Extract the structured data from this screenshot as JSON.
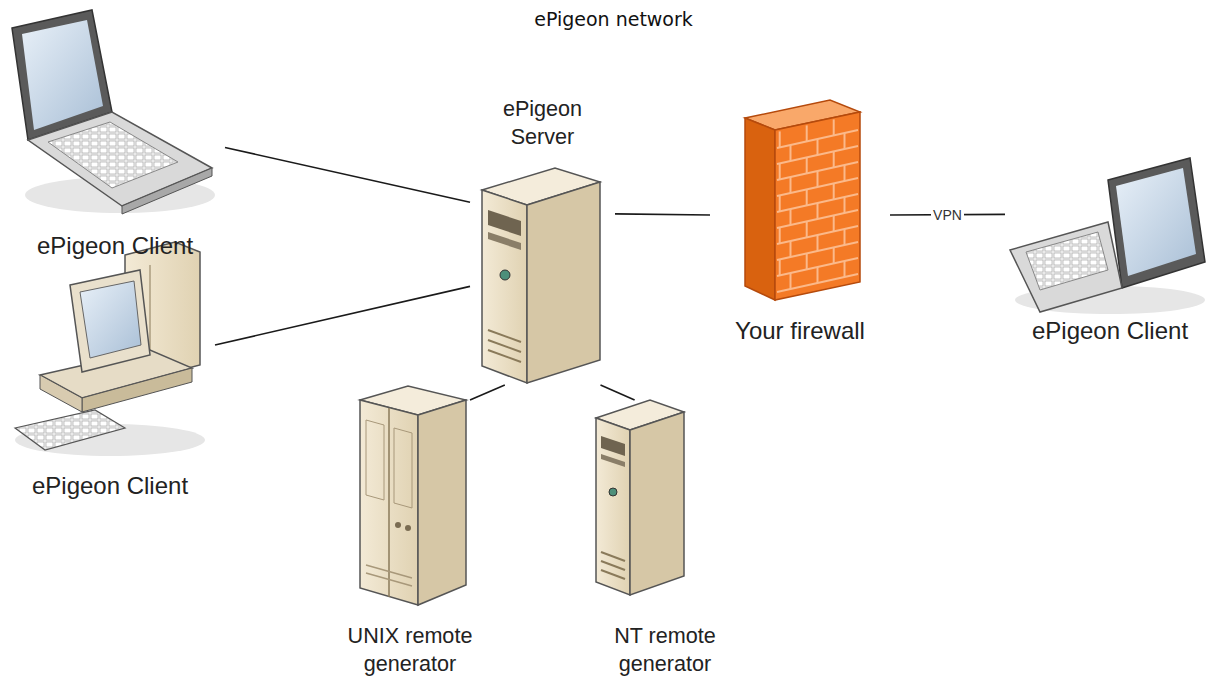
{
  "diagram": {
    "title": "ePigeon network",
    "nodes": [
      {
        "text": [
          "ePigeon Client"
        ]
      },
      {
        "text": [
          "ePigeon Server"
        ]
      },
      {
        "text": [
          "Your firewall"
        ]
      },
      {
        "text": [
          "ePigeon Client"
        ]
      },
      {
        "text": [
          "ePigeon Client"
        ]
      },
      {
        "text": [
          "UNIX remote generator"
        ]
      },
      {
        "text": [
          "NT remote generator"
        ]
      }
    ],
    "edges": [
      {
        "from": 0,
        "to": 1,
        "arrow": "none"
      },
      {
        "from": 4,
        "to": 1,
        "arrow": "none"
      },
      {
        "from": 1,
        "to": 2,
        "arrow": "none"
      },
      {
        "from": 2,
        "to": 3,
        "label": "VPN",
        "arrow": "none"
      },
      {
        "from": 1,
        "to": 5,
        "arrow": "none"
      },
      {
        "from": 1,
        "to": 6,
        "arrow": "none"
      }
    ]
  }
}
